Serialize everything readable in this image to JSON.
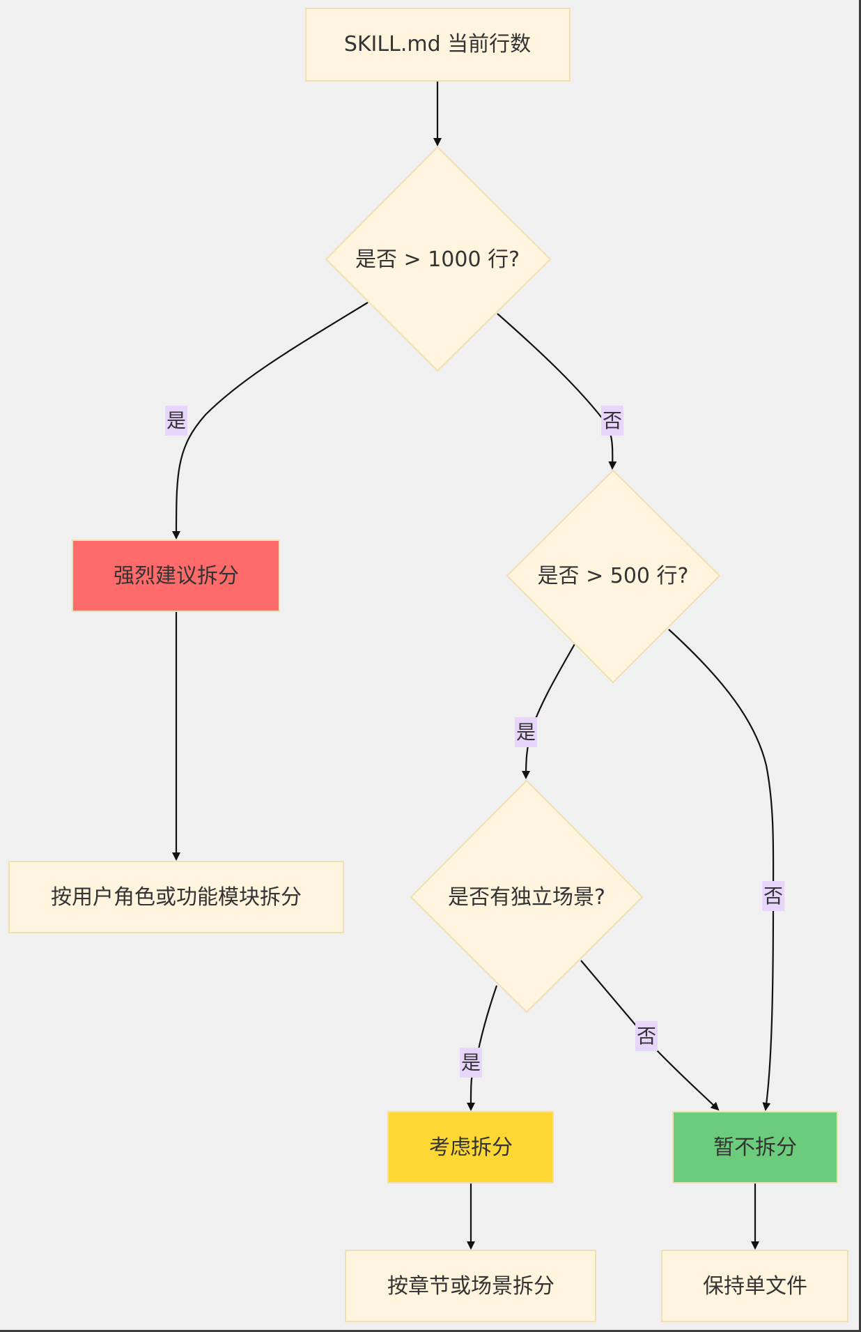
{
  "nodes": {
    "start": {
      "label": "SKILL.md 当前行数"
    },
    "q1000": {
      "label": "是否 > 1000 行?"
    },
    "strong_split": {
      "label": "强烈建议拆分",
      "color": "#ff6b6b"
    },
    "by_role": {
      "label": "按用户角色或功能模块拆分"
    },
    "q500": {
      "label": "是否 > 500 行?"
    },
    "q_scene": {
      "label": "是否有独立场景?"
    },
    "consider_split": {
      "label": "考虑拆分",
      "color": "#fdd835"
    },
    "no_split": {
      "label": "暂不拆分",
      "color": "#6bcd7c"
    },
    "by_chapter": {
      "label": "按章节或场景拆分"
    },
    "keep_single": {
      "label": "保持单文件"
    }
  },
  "edges": {
    "q1000_yes": "是",
    "q1000_no": "否",
    "q500_yes": "是",
    "q500_no": "否",
    "scene_yes": "是",
    "scene_no": "否"
  },
  "colors": {
    "node_fill": "#fff4dd",
    "node_stroke": "#f0dfb0",
    "edge_label_bg": "#e8d5fc",
    "background": "#f0f0f0"
  }
}
